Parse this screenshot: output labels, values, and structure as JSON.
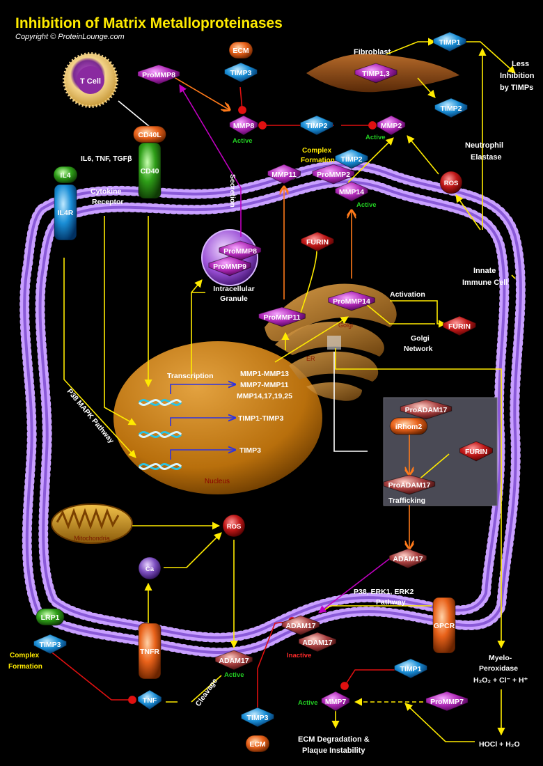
{
  "header": {
    "title": "Inhibition of Matrix Metalloproteinases",
    "copyright": "Copyright © ProteinLounge.com"
  },
  "colors": {
    "background": "#000000",
    "title": "#ffeb00",
    "membrane": "#c9a0ff",
    "arrow_yellow": "#ffeb00",
    "arrow_orange": "#ff7a1a",
    "inhibit_red": "#e01010",
    "arrow_purple": "#c000c0",
    "active_label": "#22cc22",
    "inactive_label": "#ff2a2a"
  },
  "labels": {
    "fibroblast": "Fibroblast",
    "t_cell": "T Cell",
    "less_inhibition": [
      "Less",
      "Inhibition",
      "by TIMPs"
    ],
    "neutrophil_elastase": [
      "Neutrophil",
      "Elastase"
    ],
    "innate_immune_cell": [
      "Innate",
      "Immune Cell"
    ],
    "complex_formation_top": [
      "Complex",
      "Formation"
    ],
    "complex_formation_bottom": [
      "Complex",
      "Formation"
    ],
    "cytokine_ligands": "IL6, TNF, TGFβ",
    "cytokine_receptor": [
      "Cytokine",
      "Receptor"
    ],
    "secretion": "Secretion",
    "intracellular_granule": [
      "Intracellular",
      "Granule"
    ],
    "activation": "Activation",
    "golgi_network": [
      "Golgi",
      "Network"
    ],
    "golgi": "Golgi",
    "er": "ER",
    "transcription": "Transcription",
    "nucleus": "Nucleus",
    "p38_mapk": "P38 MAPK Pathway",
    "mitochondria": "Mitochondria",
    "trafficking": "Trafficking",
    "p38_erk_pathway": [
      "P38, ERK1, ERK2",
      "Pathway"
    ],
    "myeloperoxidase": [
      "Myelo-",
      "Peroxidase",
      "H₂O₂ + Cl⁻ + H⁺"
    ],
    "hocl": "HOCl + H₂O",
    "cleavage": "Cleavage",
    "ecm_degradation": [
      "ECM Degradation &",
      "Plaque Instability"
    ],
    "active": "Active",
    "inactive": "Inactive"
  },
  "genes": [
    "MMP1-MMP13",
    "MMP7-MMP11",
    "MMP14,17,19,25",
    "TIMP1-TIMP3",
    "TIMP3"
  ],
  "nodes": {
    "ecm_top": "ECM",
    "timp3_top": "TIMP3",
    "timp13_fibro": "TIMP1,3",
    "timp1_top": "TIMP1",
    "timp2_right": "TIMP2",
    "prommp8_top": "ProMMP8",
    "mmp8": "MMP8",
    "timp2_mid": "TIMP2",
    "mmp2": "MMP2",
    "timp2_complex": "TIMP2",
    "prommp2": "ProMMP2",
    "mmp14": "MMP14",
    "mmp11": "MMP11",
    "ros_top": "ROS",
    "cd40l": "CD40L",
    "cd40": "CD40",
    "il4": "IL4",
    "il4r": "IL4R",
    "furin_top": "FURIN",
    "prommp8_gran": "ProMMP8",
    "prommp9_gran": "ProMMP9",
    "prommp11": "ProMMP11",
    "prommp14": "ProMMP14",
    "furin_golgi": "FURIN",
    "proadam17_a": "ProADAM17",
    "irhom2": "iRhom2",
    "furin_box": "FURIN",
    "proadam17_b": "ProADAM17",
    "adam17_free": "ADAM17",
    "ros_mid": "ROS",
    "ca": "Ca",
    "lrp1": "LRP1",
    "timp3_left": "TIMP3",
    "tnfr": "TNFR",
    "adam17_active": "ADAM17",
    "adam17_in1": "ADAM17",
    "adam17_in2": "ADAM17",
    "gpcr": "GPCR",
    "tnf": "TNF",
    "timp3_bottom": "TIMP3",
    "ecm_bottom": "ECM",
    "timp1_bottom": "TIMP1",
    "mmp7": "MMP7",
    "prommp7": "ProMMP7"
  }
}
